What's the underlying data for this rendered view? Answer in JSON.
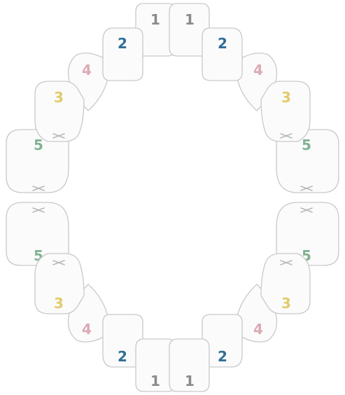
{
  "colors": {
    "1": "#8a8a8a",
    "2": "#2f6e97",
    "3": "#e2cb6a",
    "4": "#dca9b4",
    "5": "#82b293"
  },
  "teeth": [
    {
      "id": "upper-left-1",
      "label": "1",
      "shape": "incisor-upper",
      "crosses": []
    },
    {
      "id": "upper-right-1",
      "label": "1",
      "shape": "incisor-upper",
      "crosses": []
    },
    {
      "id": "upper-left-2",
      "label": "2",
      "shape": "incisor-lateral",
      "crosses": []
    },
    {
      "id": "upper-right-2",
      "label": "2",
      "shape": "incisor-lateral",
      "crosses": []
    },
    {
      "id": "upper-left-4",
      "label": "4",
      "shape": "canine",
      "crosses": []
    },
    {
      "id": "upper-right-4",
      "label": "4",
      "shape": "canine",
      "crosses": []
    },
    {
      "id": "upper-left-3",
      "label": "3",
      "shape": "premolar",
      "crosses": [
        "bottom"
      ]
    },
    {
      "id": "upper-right-3",
      "label": "3",
      "shape": "premolar",
      "crosses": [
        "bottom"
      ]
    },
    {
      "id": "upper-left-5",
      "label": "5",
      "shape": "molar",
      "crosses": [
        "bottom"
      ]
    },
    {
      "id": "upper-right-5",
      "label": "5",
      "shape": "molar",
      "crosses": [
        "bottom"
      ]
    },
    {
      "id": "lower-left-5",
      "label": "5",
      "shape": "molar",
      "crosses": [
        "top"
      ]
    },
    {
      "id": "lower-right-5",
      "label": "5",
      "shape": "molar",
      "crosses": [
        "top"
      ]
    },
    {
      "id": "lower-left-3",
      "label": "3",
      "shape": "premolar",
      "crosses": [
        "top"
      ]
    },
    {
      "id": "lower-right-3",
      "label": "3",
      "shape": "premolar",
      "crosses": [
        "top"
      ]
    },
    {
      "id": "lower-left-4",
      "label": "4",
      "shape": "canine",
      "crosses": []
    },
    {
      "id": "lower-right-4",
      "label": "4",
      "shape": "canine",
      "crosses": []
    },
    {
      "id": "lower-left-2",
      "label": "2",
      "shape": "incisor-lateral",
      "crosses": []
    },
    {
      "id": "lower-right-2",
      "label": "2",
      "shape": "incisor-lateral",
      "crosses": []
    },
    {
      "id": "lower-left-1",
      "label": "1",
      "shape": "incisor-lower",
      "crosses": []
    },
    {
      "id": "lower-right-1",
      "label": "1",
      "shape": "incisor-lower",
      "crosses": []
    }
  ]
}
